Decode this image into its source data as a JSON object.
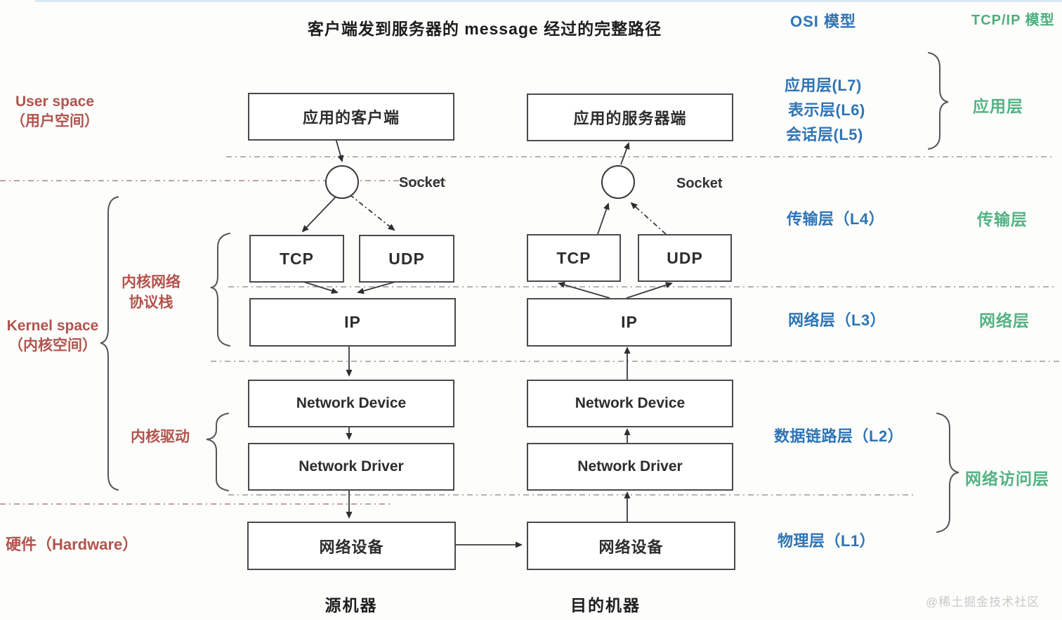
{
  "title": "客户端发到服务器的 message 经过的完整路径",
  "headers": {
    "osi": "OSI 模型",
    "tcpip": "TCP/IP 模型"
  },
  "left_labels": {
    "user_space_en": "User space",
    "user_space_zh": "（用户空间）",
    "kernel_space_en": "Kernel space",
    "kernel_space_zh": "（内核空间）",
    "kernel_net_stack_line1": "内核网络",
    "kernel_net_stack_line2": "协议栈",
    "kernel_driver": "内核驱动",
    "hardware": "硬件（Hardware）"
  },
  "source": {
    "app": "应用的客户端",
    "socket": "Socket",
    "tcp": "TCP",
    "udp": "UDP",
    "ip": "IP",
    "network_device": "Network Device",
    "network_driver": "Network Driver",
    "hardware_device": "网络设备",
    "caption": "源机器"
  },
  "dest": {
    "app": "应用的服务器端",
    "socket": "Socket",
    "tcp": "TCP",
    "udp": "UDP",
    "ip": "IP",
    "network_device": "Network Device",
    "network_driver": "Network Driver",
    "hardware_device": "网络设备",
    "caption": "目的机器"
  },
  "osi_layers": [
    "应用层(L7)",
    "表示层(L6)",
    "会话层(L5)",
    "传输层（L4）",
    "网络层（L3）",
    "数据链路层（L2）",
    "物理层（L1）"
  ],
  "tcpip_layers": [
    "应用层",
    "传输层",
    "网络层",
    "网络访问层"
  ],
  "watermark": "@稀土掘金技术社区",
  "colors": {
    "osi_blue": "#2e74b5",
    "tcpip_green": "#53b282",
    "space_red": "#b1544d",
    "line_gray": "#9a9a9a",
    "line_red": "#a98383",
    "box_border": "#4a4a4a"
  }
}
